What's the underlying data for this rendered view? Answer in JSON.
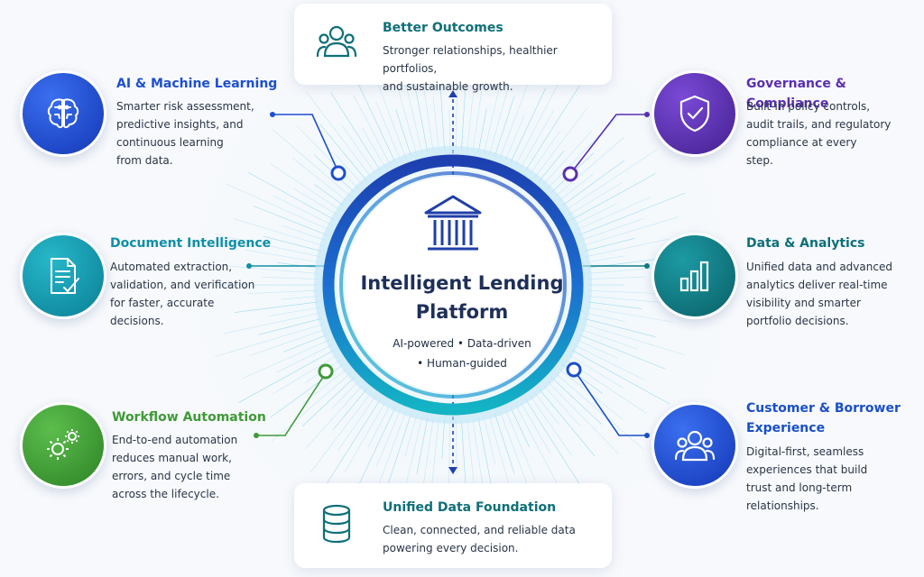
{
  "center": {
    "title_line1": "Intelligent Lending",
    "title_line2": "Platform",
    "subtitle_line1": "AI-powered • Data-driven",
    "subtitle_line2": "• Human-guided",
    "icon": "bank-icon"
  },
  "top_card": {
    "title": "Better Outcomes",
    "desc_line1": "Stronger relationships, healthier portfolios,",
    "desc_line2": "and sustainable growth.",
    "icon": "people-icon"
  },
  "bottom_card": {
    "title": "Unified Data Foundation",
    "desc_line1": "Clean, connected, and reliable data",
    "desc_line2": "powering every decision.",
    "icon": "database-icon"
  },
  "features": {
    "ai": {
      "title": "AI & Machine Learning",
      "lines": [
        "Smarter risk assessment,",
        "predictive insights, and",
        "continuous learning",
        "from data."
      ],
      "icon": "brain-icon",
      "color": "#1d4fd1"
    },
    "document": {
      "title": "Document Intelligence",
      "lines": [
        "Automated extraction,",
        "validation, and verification",
        "for faster, accurate",
        "decisions."
      ],
      "icon": "document-check-icon",
      "color": "#0f8fa6"
    },
    "workflow": {
      "title": "Workflow Automation",
      "lines": [
        "End-to-end automation",
        "reduces manual work,",
        "errors, and cycle time",
        "across the lifecycle."
      ],
      "icon": "gears-icon",
      "color": "#3f9a37"
    },
    "governance": {
      "title": "Governance & Compliance",
      "lines": [
        "Built-in policy controls,",
        "audit trails, and regulatory",
        "compliance at every",
        "step."
      ],
      "icon": "shield-check-icon",
      "color": "#5a2fb0"
    },
    "analytics": {
      "title": "Data & Analytics",
      "lines": [
        "Unified data and advanced",
        "analytics deliver real-time",
        "visibility and smarter",
        "portfolio decisions."
      ],
      "icon": "bar-chart-icon",
      "color": "#0e7c86"
    },
    "customer": {
      "title_line1": "Customer & Borrower",
      "title_line2": "Experience",
      "lines": [
        "Digital-first, seamless",
        "experiences that build",
        "trust and long-term",
        "relationships."
      ],
      "icon": "users-icon",
      "color": "#1a4fc8"
    }
  },
  "colors": {
    "ring_outer": "#1d3fb0",
    "ring_mid": "#1b8fc9",
    "ring_teal": "#12a3b8",
    "navy_text": "#1e2f5a",
    "teal_title": "#0e6f78"
  }
}
